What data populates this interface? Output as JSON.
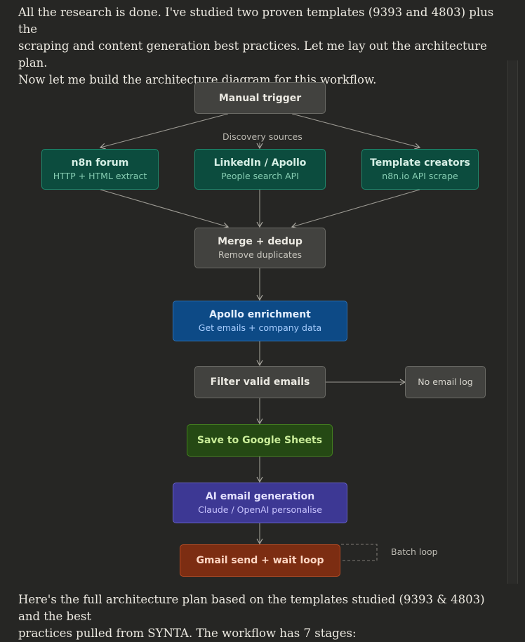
{
  "intro": {
    "line1": "All the research is done. I've studied two proven templates (9393 and 4803) plus the",
    "line2": "scraping and content generation best practices. Let me lay out the architecture plan.",
    "line3": "Now let me build the architecture diagram for this workflow."
  },
  "diagram": {
    "trigger": {
      "title": "Manual trigger"
    },
    "discovery_label": "Discovery sources",
    "forum": {
      "title": "n8n forum",
      "subtitle": "HTTP + HTML extract"
    },
    "linkedin": {
      "title": "LinkedIn / Apollo",
      "subtitle": "People search API"
    },
    "creators": {
      "title": "Template creators",
      "subtitle": "n8n.io API scrape"
    },
    "merge": {
      "title": "Merge + dedup",
      "subtitle": "Remove duplicates"
    },
    "apollo": {
      "title": "Apollo enrichment",
      "subtitle": "Get emails + company data"
    },
    "filter": {
      "title": "Filter valid emails"
    },
    "no_email": {
      "title": "No email log"
    },
    "sheets": {
      "title": "Save to Google Sheets"
    },
    "ai": {
      "title": "AI email generation",
      "subtitle": "Claude / OpenAI personalise"
    },
    "gmail": {
      "title": "Gmail send + wait loop"
    },
    "batch_label": "Batch loop"
  },
  "outro": {
    "line1": "Here's the full architecture plan based on the templates studied (9393 & 4803) and the best",
    "line2": "practices pulled from SYNTA. The workflow has 7 stages:"
  },
  "colors": {
    "background": "#262624",
    "gray_node": "#42423f",
    "teal_node": "#0c4c3e",
    "blue_node": "#0d4a86",
    "green_node": "#254914",
    "purple_node": "#3d3894",
    "red_node": "#7c2d12"
  }
}
